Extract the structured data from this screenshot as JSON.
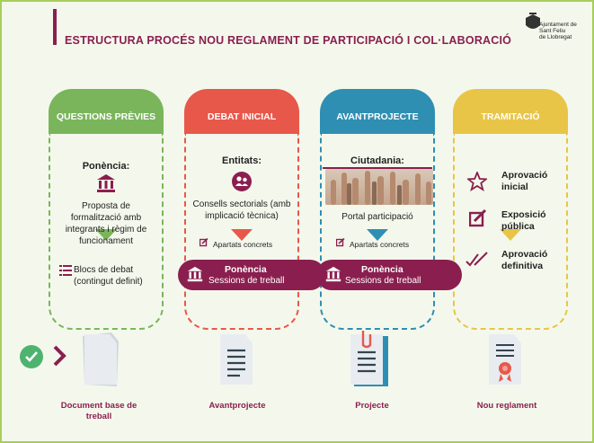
{
  "title": "ESTRUCTURA PROCÉS NOU REGLAMENT DE PARTICIPACIÓ I COL·LABORACIÓ",
  "logo": {
    "line1": "Ajuntament de",
    "line2": "Sant Feliu",
    "line3": "de Llobregat"
  },
  "colors": {
    "green": "#7ab55c",
    "red": "#e8584a",
    "blue": "#2f8fb3",
    "yellow": "#e8c547",
    "purple": "#8a1f4f"
  },
  "columns": [
    {
      "header": "QUESTIONS PRÈVIES",
      "heading": "Ponència:",
      "text": "Proposta de formalització amb integrants i règim de funcionament",
      "list": "Blocs de debat (contingut definit)"
    },
    {
      "header": "DEBAT INICIAL",
      "heading": "Entitats:",
      "text": "Consells sectorials (amb implicació tècnica)",
      "list": "Apartats concrets"
    },
    {
      "header": "AVANTPROJECTE",
      "heading": "Ciutadania:",
      "text": "Portal participació",
      "list": "Apartats concrets"
    },
    {
      "header": "TRAMITACIÓ",
      "steps": [
        "Aprovació inicial",
        "Exposició pública",
        "Aprovació definitiva"
      ]
    }
  ],
  "pills": [
    {
      "title": "Ponència",
      "subtitle": "Sessions de treball"
    },
    {
      "title": "Ponència",
      "subtitle": "Sessions de treball"
    }
  ],
  "outputs": [
    "Document base de treball",
    "Avantprojecte",
    "Projecte",
    "Nou reglament"
  ]
}
